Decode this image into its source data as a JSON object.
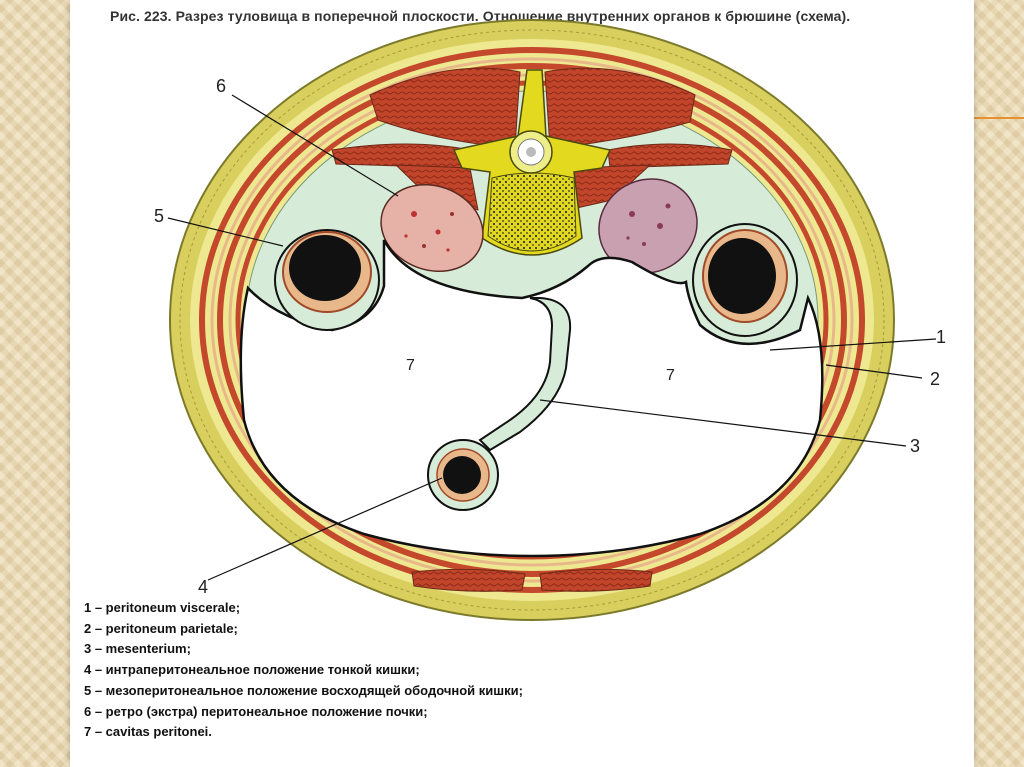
{
  "figure": {
    "caption": "Рис. 223. Разрез туловища в поперечной плоскости. Отношение внутренних органов к брюшине (схема).",
    "callouts": {
      "c1": "1",
      "c2": "2",
      "c3": "3",
      "c4": "4",
      "c5": "5",
      "c6": "6",
      "c7_left": "7",
      "c7_right": "7"
    },
    "colors": {
      "skin": "#d9cf5e",
      "fat": "#eee890",
      "muscle": "#c4482c",
      "peritoneal_fill": "#d6ecd8",
      "kidney": "#e6b1a6",
      "vertebra": "#e3da1f",
      "lumen": "#111111"
    }
  },
  "legend": [
    "1 – peritoneum viscerale;",
    "2 – peritoneum parietale;",
    "3 – mesenterium;",
    "4 – интраперитонеальное положение тонкой кишки;",
    "5 – мезоперитонеальное положение восходящей ободочной кишки;",
    "6 – ретро (экстра) перитонеальное положение почки;",
    "7 – cavitas peritonei."
  ]
}
